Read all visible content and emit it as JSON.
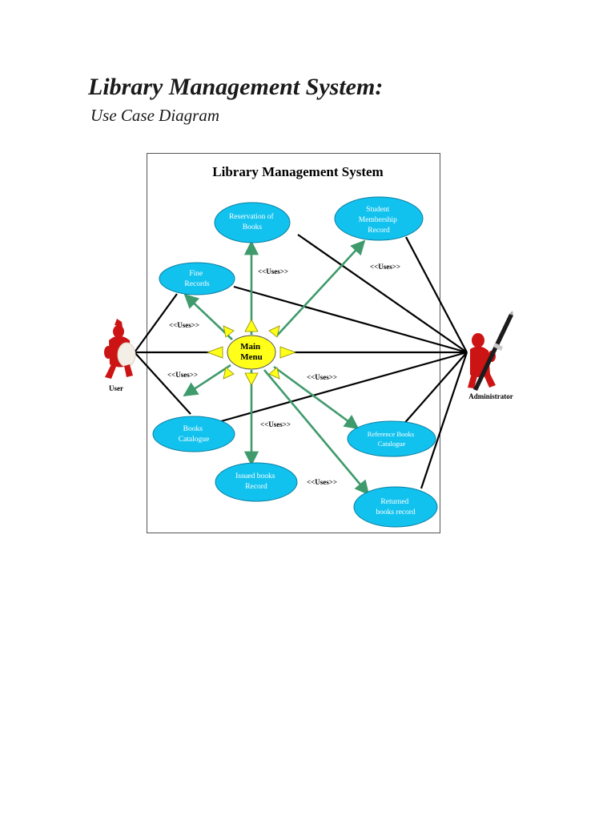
{
  "page": {
    "title": "Library Management System:",
    "subtitle": "Use Case Diagram"
  },
  "diagram": {
    "title": "Library Management System",
    "center": {
      "line1": "Main",
      "line2": "Menu"
    },
    "use_cases": [
      {
        "id": "reservation",
        "line1": "Reservation of",
        "line2": "Books",
        "line3": ""
      },
      {
        "id": "student-membership",
        "line1": "Student",
        "line2": "Membership",
        "line3": "Record"
      },
      {
        "id": "fine-records",
        "line1": "Fine",
        "line2": "Records",
        "line3": ""
      },
      {
        "id": "books-catalogue",
        "line1": "Books",
        "line2": "Catalogue",
        "line3": ""
      },
      {
        "id": "issued-books",
        "line1": "Issued books",
        "line2": "Record",
        "line3": ""
      },
      {
        "id": "reference-books",
        "line1": "Reference Books",
        "line2": "Catalogue",
        "line3": ""
      },
      {
        "id": "returned-books",
        "line1": "Returned",
        "line2": "books record",
        "line3": ""
      }
    ],
    "uses_label": "<<Uses>>",
    "actors": {
      "user": "User",
      "administrator": "Administrator"
    },
    "colors": {
      "use_case_fill": "#12c2ee",
      "main_menu_fill": "#ffff1a",
      "uses_arrow": "#3f9a6c",
      "association": "#000000",
      "actor": "#cc1414"
    }
  }
}
